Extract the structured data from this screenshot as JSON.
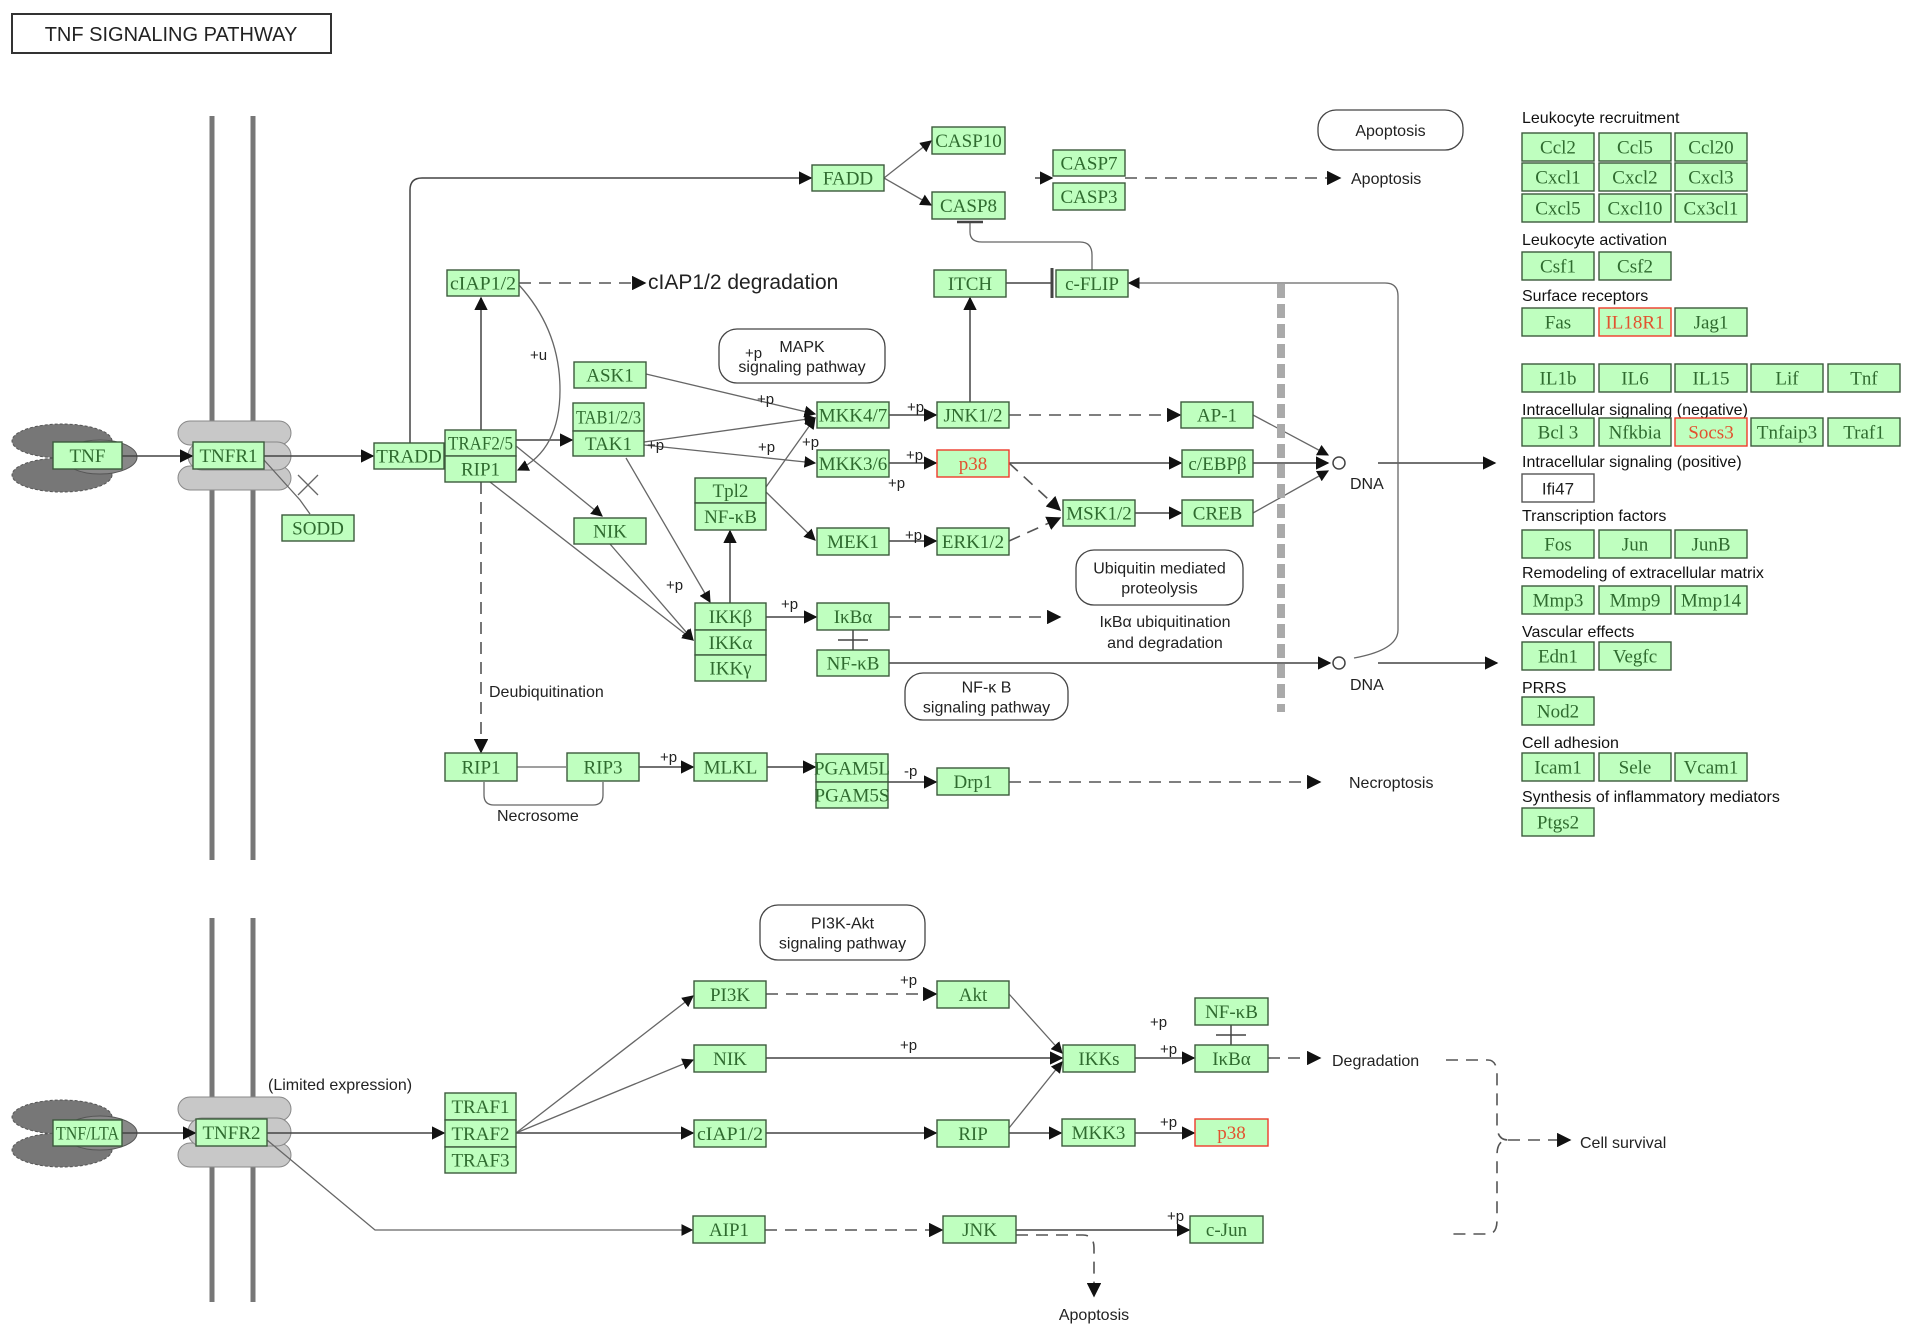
{
  "title": "TNF SIGNALING PATHWAY",
  "colors": {
    "node_fill": "#bfffbf",
    "node_border": "#3c5a3c",
    "node_text": "#2f6b2f",
    "highlight": "#ee3b2b"
  },
  "nodes": {
    "tnf": "TNF",
    "tnfr1": "TNFR1",
    "sodd": "SODD",
    "tradd": "TRADD",
    "traf25": "TRAF2/5",
    "rip1": "RIP1",
    "ciap12": "cIAP1/2",
    "ask1": "ASK1",
    "tab123": "TAB1/2/3",
    "tak1": "TAK1",
    "nik": "NIK",
    "fadd": "FADD",
    "casp10": "CASP10",
    "casp8": "CASP8",
    "casp7": "CASP7",
    "casp3": "CASP3",
    "itch": "ITCH",
    "cflip": "c-FLIP",
    "mkk47": "MKK4/7",
    "jnk12": "JNK1/2",
    "ap1": "AP-1",
    "mkk36": "MKK3/6",
    "p38": "p38",
    "cebpb": "c/EBPβ",
    "tpl2": "Tpl2",
    "nfkb1": "NF-κB",
    "mek1": "MEK1",
    "erk12": "ERK1/2",
    "msk12": "MSK1/2",
    "creb": "CREB",
    "ikkb": "IKKβ",
    "ikka": "IKKα",
    "ikkg": "IKKγ",
    "ikba": "IκBα",
    "nfkb2": "NF-κB",
    "rip1b": "RIP1",
    "rip3": "RIP3",
    "mlkl": "MLKL",
    "pgam5l": "PGAM5L",
    "pgam5s": "PGAM5S",
    "drp1": "Drp1",
    "tnflta": "TNF/LTA",
    "tnfr2": "TNFR2",
    "traf1": "TRAF1",
    "traf2": "TRAF2",
    "traf3": "TRAF3",
    "pi3k": "PI3K",
    "akt": "Akt",
    "nik2": "NIK",
    "ciap12b": "cIAP1/2",
    "rip": "RIP",
    "aip1": "AIP1",
    "jnk": "JNK",
    "ikks": "IKKs",
    "mkk3": "MKK3",
    "p38b": "p38",
    "nfkb3": "NF-κB",
    "ikba2": "IκBα",
    "cjun": "c-Jun"
  },
  "highlighted": [
    "p38",
    "p38b",
    "il18r1",
    "socs3"
  ],
  "labels": {
    "ciap_deg": "cIAP1/2 degradation",
    "apoptosis1": "Apoptosis",
    "dna1": "DNA",
    "dna2": "DNA",
    "deubiq": "Deubiquitination",
    "necrosome": "Necrosome",
    "necroptosis": "Necroptosis",
    "ikba_deg1": "IκBα ubiquitination",
    "ikba_deg2": "and degradation",
    "limited": "(Limited expression)",
    "degradation": "Degradation",
    "cell_survival": "Cell survival",
    "apoptosis2": "Apoptosis",
    "plus_u": "+u",
    "plus_p": "+p",
    "minus_p": "-p"
  },
  "pills": {
    "apoptosis": [
      "Apoptosis"
    ],
    "mapk": [
      "MAPK",
      "signaling pathway"
    ],
    "ubiquitin": [
      "Ubiquitin mediated",
      "proteolysis"
    ],
    "nfkb": [
      "NF-κ B",
      "signaling pathway"
    ],
    "pi3k": [
      "PI3K-Akt",
      "signaling pathway"
    ]
  },
  "targets": [
    {
      "section": "Leukocyte recruitment",
      "rows": [
        [
          "Ccl2",
          "Ccl5",
          "Ccl20"
        ],
        [
          "Cxcl1",
          "Cxcl2",
          "Cxcl3"
        ],
        [
          "Cxcl5",
          "Cxcl10",
          "Cx3cl1"
        ]
      ]
    },
    {
      "section": "Leukocyte activation",
      "rows": [
        [
          "Csf1",
          "Csf2"
        ]
      ]
    },
    {
      "section": "Surface receptors",
      "rows": [
        [
          "Fas",
          "IL18R1",
          "Jag1"
        ]
      ]
    },
    {
      "section": "",
      "rows": [
        [
          "IL1b",
          "IL6",
          "IL15",
          "Lif",
          "Tnf"
        ]
      ]
    },
    {
      "section": "Intracellular signaling (negative)",
      "rows": [
        [
          "Bcl 3",
          "Nfkbia",
          "Socs3",
          "Tnfaip3",
          "Traf1"
        ]
      ]
    },
    {
      "section": "Intracellular signaling (positive)",
      "rows": [
        [
          "Ifi47"
        ]
      ],
      "plain": true
    },
    {
      "section": "Transcription factors",
      "rows": [
        [
          "Fos",
          "Jun",
          "JunB"
        ]
      ]
    },
    {
      "section": "Remodeling of extracellular matrix",
      "rows": [
        [
          "Mmp3",
          "Mmp9",
          "Mmp14"
        ]
      ]
    },
    {
      "section": "Vascular effects",
      "rows": [
        [
          "Edn1",
          "Vegfc"
        ]
      ]
    },
    {
      "section": "PRRS",
      "rows": [
        [
          "Nod2"
        ]
      ]
    },
    {
      "section": "Cell adhesion",
      "rows": [
        [
          "Icam1",
          "Sele",
          "Vcam1"
        ]
      ]
    },
    {
      "section": "Synthesis of inflammatory mediators",
      "rows": [
        [
          "Ptgs2"
        ]
      ]
    }
  ]
}
